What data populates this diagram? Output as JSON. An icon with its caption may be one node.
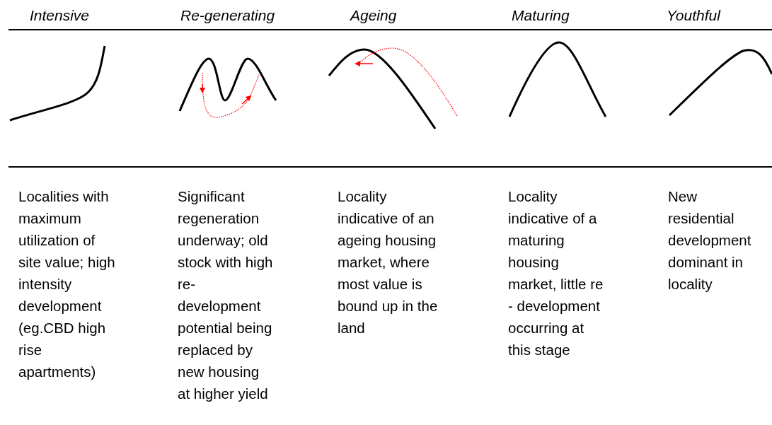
{
  "diagram": {
    "labels": [
      "Intensive",
      "Re-generating",
      "Ageing",
      "Maturing",
      "Youthful",
      "Localities with maximum utilization of site value; high intensity development (eg.CBD high rise apartments)",
      "Significant regeneration underway; old stock with high re- development potential being replaced by new housing at higher yield",
      "Locality indicative of an ageing housing market, where most value is bound up in the land",
      "Locality indicative of a maturing housing market, little re - development occurring at this stage",
      "New residential development dominant in locality"
    ]
  }
}
